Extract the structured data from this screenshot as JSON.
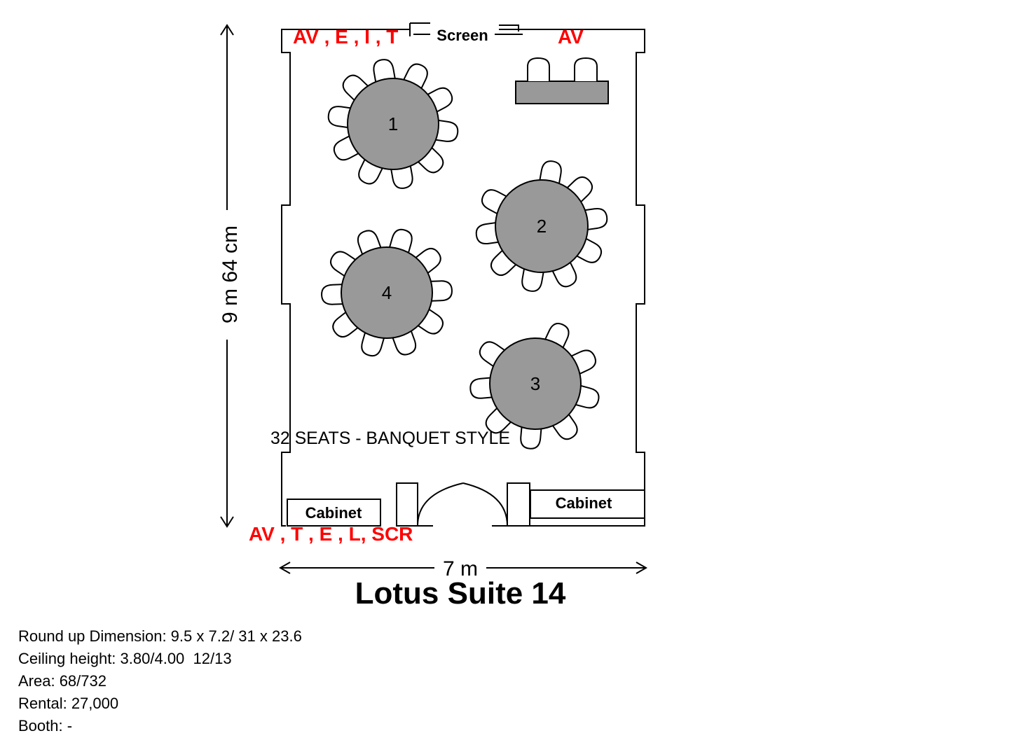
{
  "room": {
    "title": "Lotus Suite 14",
    "length_label": "9 m 64 cm",
    "width_label": "7 m",
    "seating_label": "32 SEATS - BANQUET STYLE",
    "screen_label": "Screen"
  },
  "outlets": {
    "top_left": "AV , E , I , T",
    "top_right": "AV",
    "bottom_left": "AV , T , E , L, SCR"
  },
  "cabinets": {
    "left": "Cabinet",
    "right": "Cabinet"
  },
  "tables": [
    {
      "number": "1",
      "chairs": 10
    },
    {
      "number": "2",
      "chairs": 9
    },
    {
      "number": "3",
      "chairs": 8
    },
    {
      "number": "4",
      "chairs": 10
    }
  ],
  "info": {
    "dimension": "Round up Dimension: 9.5 x 7.2/ 31 x 23.6",
    "ceiling": "Ceiling height: 3.80/4.00  12/13",
    "area": "Area: 68/732",
    "rental": "Rental: 27,000",
    "booth": "Booth: -"
  },
  "colors": {
    "outlet_text": "#ff0000",
    "table_fill": "#999999",
    "line": "#000000"
  }
}
